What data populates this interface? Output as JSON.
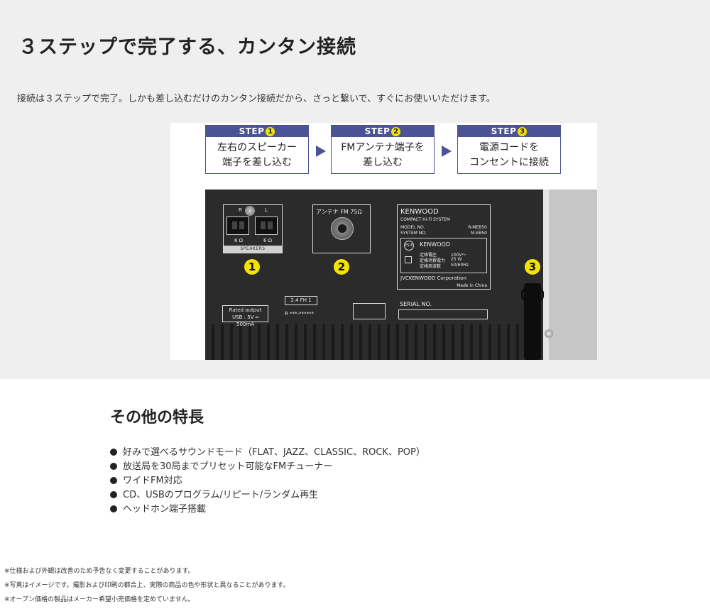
{
  "page": {
    "title": "３ステップで完了する、カンタン接続",
    "lead": "接続は３ステップで完了。しかも差し込むだけのカンタン接続だから、さっと繋いで、すぐにお使いいただけます。"
  },
  "steps": [
    {
      "head": "STEP",
      "num": "1",
      "text": "左右のスピーカー\n端子を差し込む"
    },
    {
      "head": "STEP",
      "num": "2",
      "text": "FMアンテナ端子を\n差し込む"
    },
    {
      "head": "STEP",
      "num": "3",
      "text": "電源コードを\nコンセントに接続"
    }
  ],
  "panel": {
    "speaker_r": "R",
    "speaker_l": "L",
    "ohm_left": "6 Ω",
    "ohm_right": "6 Ω",
    "speakers_label": "SPEAKERS",
    "antenna_label": "アンテナ  FM 75Ω",
    "badges": [
      "1",
      "2",
      "3"
    ],
    "brand": "KENWOOD",
    "brand_sub": "COMPACT Hi-Fi SYSTEM",
    "model_label": "MODEL NO.",
    "model_value": "R-MEB50",
    "system_label": "SYSTEM NO.",
    "system_value": "M-EB50",
    "psc": "PS E",
    "spec_brand": "KENWOOD",
    "spec_voltage_label": "定格電圧",
    "spec_voltage_value": "100V～",
    "spec_power_label": "定格消費電力",
    "spec_power_value": "25 W",
    "spec_freq_label": "定格周波数",
    "spec_freq_value": "50/60Hz",
    "corporation": "JVCKENWOOD Corporation",
    "made_in": "Made in China",
    "usb_line1": "Rated output",
    "usb_line2": "USB : 5V ═ 500mA",
    "fh_label": "2.4 FH 1",
    "fh_code": "R ***-******",
    "serial_label": "SERIAL NO."
  },
  "features": {
    "title": "その他の特長",
    "items": [
      "好みで選べるサウンドモード（FLAT、JAZZ、CLASSIC、ROCK、POP）",
      "放送局を30局までプリセット可能なFMチューナー",
      "ワイドFM対応",
      "CD、USBのプログラム/リピート/ランダム再生",
      "ヘッドホン端子搭載"
    ]
  },
  "notes": [
    "※仕様および外観は改善のため予告なく変更することがあります。",
    "※写真はイメージです。撮影および印刷の都合上、実際の商品の色や形状と異なることがあります。",
    "※オープン価格の製品はメーカー希望小売価格を定めていません。"
  ],
  "colors": {
    "step_blue": "#4b5396",
    "badge_yellow": "#f3e400",
    "panel_dark": "#2b2b2b",
    "band_gray": "#efefef"
  }
}
